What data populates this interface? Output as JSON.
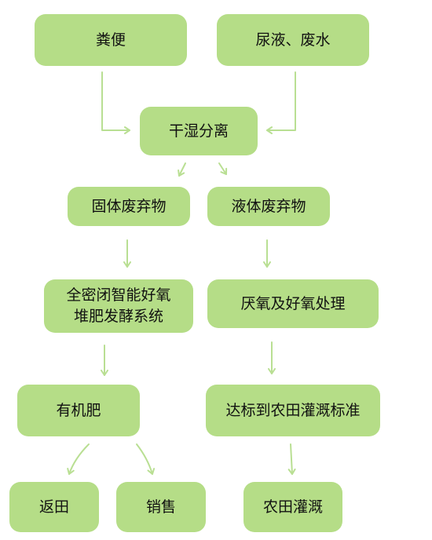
{
  "colors": {
    "box_fill": "#b5dd87",
    "arrow": "#b9df93",
    "text": "#111111",
    "background": "#ffffff"
  },
  "nodes": {
    "feces": "粪便",
    "urine_wastewater": "尿液、废水",
    "dry_wet_separation": "干湿分离",
    "solid_waste": "固体废弃物",
    "liquid_waste": "液体废弃物",
    "aerobic_compost": "全密闭智能好氧\n堆肥发酵系统",
    "anaerobic_aerobic": "厌氧及好氧处理",
    "organic_fertilizer": "有机肥",
    "irrigation_standard": "达标到农田灌溉标准",
    "return_field": "返田",
    "sale": "销售",
    "farmland_irrigation": "农田灌溉"
  },
  "edges": [
    [
      "feces",
      "dry_wet_separation"
    ],
    [
      "urine_wastewater",
      "dry_wet_separation"
    ],
    [
      "dry_wet_separation",
      "solid_waste"
    ],
    [
      "dry_wet_separation",
      "liquid_waste"
    ],
    [
      "solid_waste",
      "aerobic_compost"
    ],
    [
      "liquid_waste",
      "anaerobic_aerobic"
    ],
    [
      "aerobic_compost",
      "organic_fertilizer"
    ],
    [
      "anaerobic_aerobic",
      "irrigation_standard"
    ],
    [
      "organic_fertilizer",
      "return_field"
    ],
    [
      "organic_fertilizer",
      "sale"
    ],
    [
      "irrigation_standard",
      "farmland_irrigation"
    ]
  ]
}
